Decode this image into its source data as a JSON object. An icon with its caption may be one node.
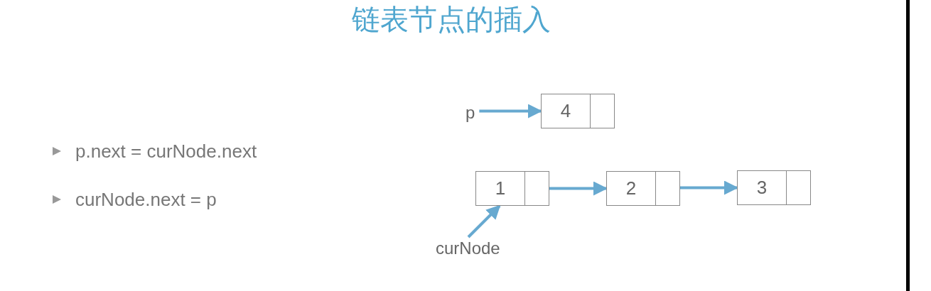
{
  "diagram": {
    "title": "链表节点的插入",
    "nodes": [
      {
        "text": [
          "p"
        ]
      },
      {
        "text": [
          "4"
        ]
      },
      {
        "text": [
          "1"
        ]
      },
      {
        "text": [
          "2"
        ]
      },
      {
        "text": [
          "3"
        ]
      },
      {
        "text": [
          "curNode"
        ]
      }
    ],
    "edges": [
      {
        "from": 0,
        "to": 1,
        "arrow": "to"
      },
      {
        "from": 2,
        "to": 3,
        "arrow": "to"
      },
      {
        "from": 3,
        "to": 4,
        "arrow": "to"
      },
      {
        "from": 5,
        "to": 2,
        "arrow": "to"
      }
    ],
    "labels": [
      "p.next = curNode.next",
      "curNode.next = p"
    ]
  }
}
